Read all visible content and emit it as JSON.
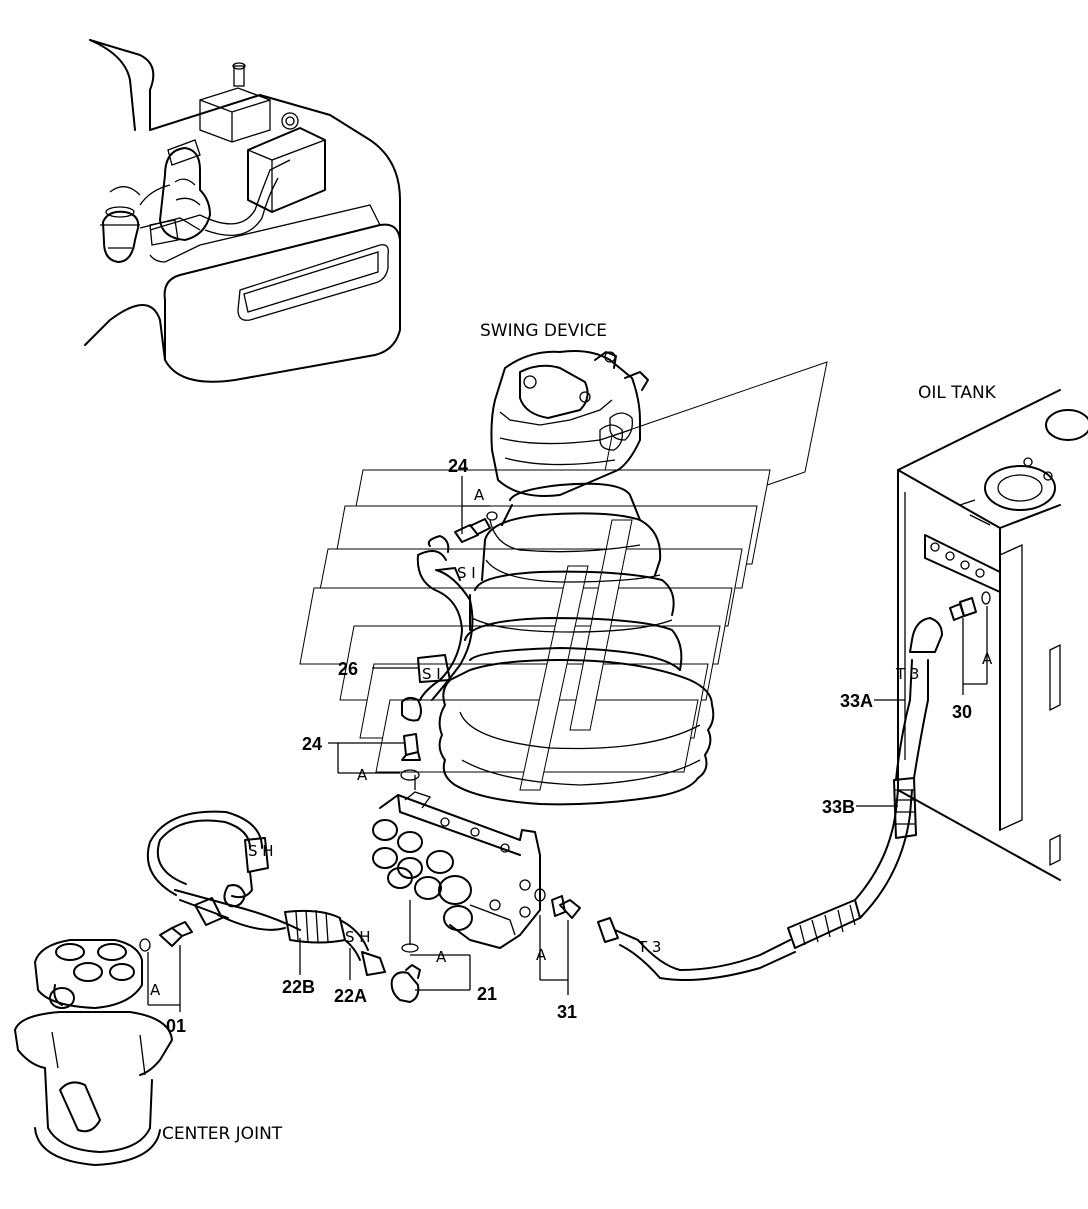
{
  "labels": {
    "swing_device": "SWING DEVICE",
    "oil_tank": "OIL TANK",
    "center_joint": "CENTER JOINT"
  },
  "parts": {
    "p24_top": "24",
    "p26": "26",
    "p24_mid": "24",
    "p21": "21",
    "p22b": "22B",
    "p22a": "22A",
    "p01": "01",
    "p31": "31",
    "p30": "30",
    "p33a": "33A",
    "p33b": "33B"
  },
  "markers": {
    "a1": "A",
    "a2": "A",
    "a3": "A",
    "a4": "A",
    "a5": "A",
    "a6": "A"
  },
  "hose_marks": {
    "si_upper": "S I",
    "si_lower": "S I",
    "sh_upper": "S H",
    "sh_lower": "S H",
    "t3_upper": "T 3",
    "t3_lower": "T 3"
  }
}
